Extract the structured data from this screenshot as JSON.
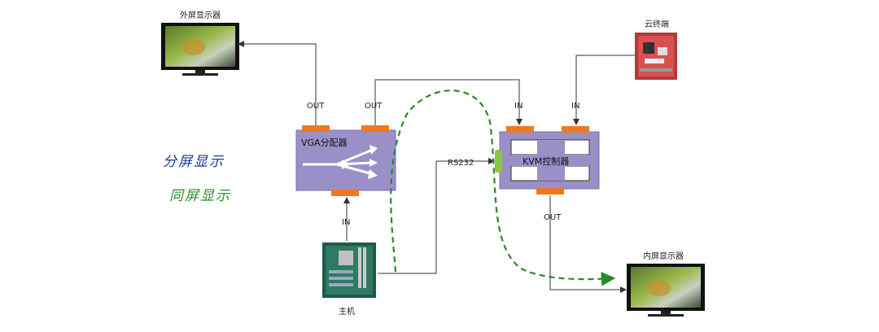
{
  "labels": {
    "external_monitor": "外屏显示器",
    "internal_monitor": "内屏显示器",
    "cloud_terminal": "云终端",
    "host": "主机",
    "vga_splitter": "VGA分配器",
    "kvm_controller": "KVM控制器",
    "out_left": "OUT",
    "out_right": "OUT",
    "in_left": "IN",
    "in_right": "IN",
    "in_host": "IN",
    "out_kvm": "OUT",
    "rs232": "RS232"
  },
  "legend": {
    "split_screen": "分屏显示",
    "same_screen": "同屏显示"
  },
  "colors": {
    "device_box": "#9b8fc8",
    "port": "#f07820",
    "rs232_port": "#8bc63e",
    "line": "#333333",
    "dashed_path": "#2a8a2a",
    "legend_split": "#1a3c8c",
    "legend_same": "#2a8a2a"
  }
}
